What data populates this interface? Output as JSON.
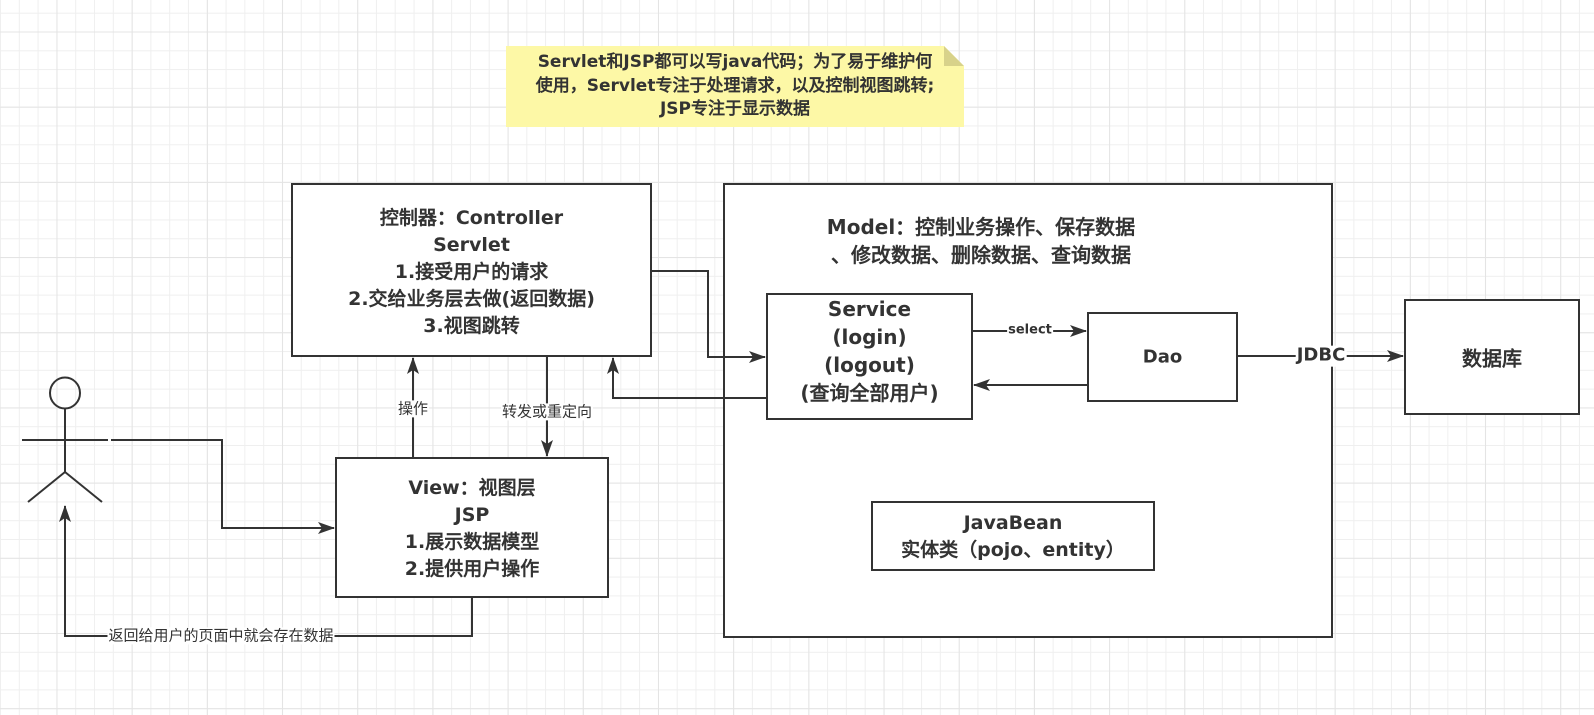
{
  "diagram": {
    "note": {
      "lines": [
        "Servlet和JSP都可以写java代码；为了易于维护何",
        "使用，Servlet专注于处理请求，以及控制视图跳转;",
        "JSP专注于显示数据"
      ]
    },
    "controller": {
      "lines": [
        "控制器：Controller",
        "Servlet",
        "1.接受用户的请求",
        "2.交给业务层去做(返回数据)",
        "3.视图跳转"
      ]
    },
    "view": {
      "lines": [
        "View：视图层",
        "JSP",
        "1.展示数据模型",
        "2.提供用户操作"
      ]
    },
    "model": {
      "lines": [
        "Model：控制业务操作、保存数据",
        "、修改数据、删除数据、查询数据"
      ]
    },
    "service": {
      "lines": [
        "Service",
        "(login)",
        "(logout)",
        "(查询全部用户)"
      ]
    },
    "dao": {
      "label": "Dao"
    },
    "database": {
      "label": "数据库"
    },
    "javabean": {
      "lines": [
        "JavaBean",
        "实体类（pojo、entity）"
      ]
    },
    "actor": {
      "icon": "stick-figure-actor-icon"
    },
    "edges": {
      "operate": "操作",
      "forward_or_redirect": "转发或重定向",
      "select": "select",
      "jdbc": "JDBC",
      "return_to_user": "返回给用户的页面中就会存在数据"
    },
    "colors": {
      "stroke": "#333333",
      "note_fill": "#fdf8a6",
      "note_fold": "#d8d28a",
      "shape_fill": "#ffffff"
    }
  }
}
